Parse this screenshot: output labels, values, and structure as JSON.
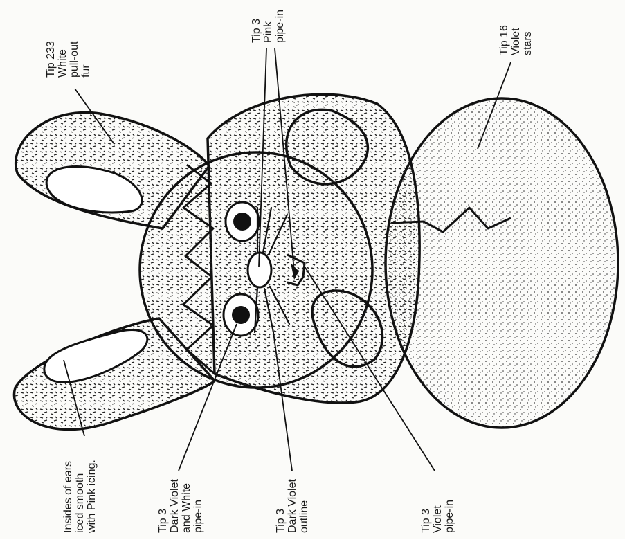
{
  "labels": {
    "fur": {
      "lines": [
        "Tip 233",
        "White",
        "pull-out",
        "fur"
      ]
    },
    "nose": {
      "lines": [
        "Tip 3",
        "Pink",
        "pipe-in"
      ]
    },
    "egg": {
      "lines": [
        "Tip 16",
        "Violet",
        "stars"
      ]
    },
    "ears": {
      "lines": [
        "Insides of ears",
        "iced smooth",
        "with Pink icing."
      ]
    },
    "eyes": {
      "lines": [
        "Tip 3",
        "Dark Violet",
        "and White",
        "pipe-in"
      ]
    },
    "outline": {
      "lines": [
        "Tip 3",
        "Dark Violet",
        "outline"
      ]
    },
    "paws": {
      "lines": [
        "Tip 3",
        "Violet",
        "pipe-in"
      ]
    }
  },
  "colors": {
    "ink": "#111111",
    "paper": "#fbfbf9"
  }
}
